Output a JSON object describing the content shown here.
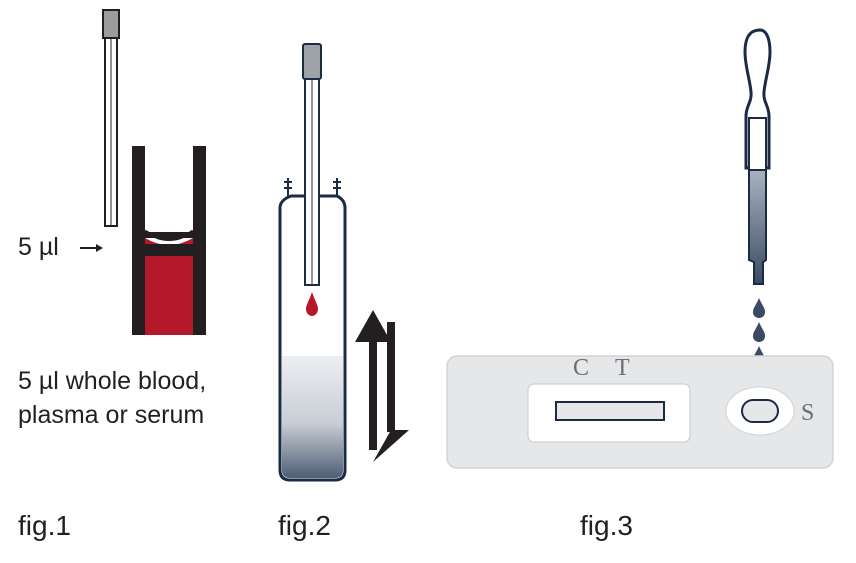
{
  "fig1": {
    "volume_arrow_label": "5 µl",
    "description": [
      "5 µl whole blood,",
      "plasma or serum"
    ],
    "caption": "fig.1"
  },
  "fig2": {
    "caption": "fig.2"
  },
  "fig3": {
    "caption": "fig.3",
    "control_line_label": "C",
    "test_line_label": "T",
    "sample_well_label": "S"
  },
  "colors": {
    "blood_red": "#b5172b",
    "outline_dark": "#1c2b44",
    "frame_black": "#231f20",
    "liquid_gray": "#dfe3e8",
    "cassette_gray": "#e6e7e9"
  }
}
